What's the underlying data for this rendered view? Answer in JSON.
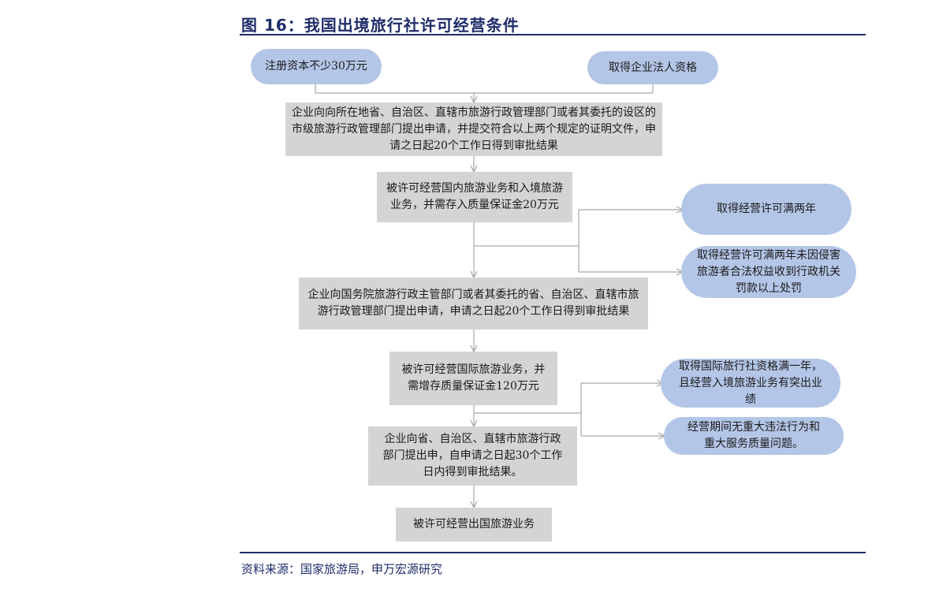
{
  "title": "图 16：我国出境旅行社许可经营条件",
  "source": "资料来源：国家旅游局，申万宏源研究",
  "nodes": {
    "capital": "注册资本不少30万元",
    "legal_person": "取得企业法人资格",
    "apply_local": "企业向向所在地省、自治区、直辖市旅游行政管理部门或者其委托的设区的市级旅游行政管理部门提出申请，并提交符合以上两个规定的证明文件，申请之日起20个工作日得到审批结果",
    "domestic_license": "被许可经营国内旅游业务和入境旅游业务，并需存入质量保证金20万元",
    "two_years": "取得经营许可满两年",
    "no_penalty": "取得经营许可满两年未因侵害旅游者合法权益收到行政机关罚款以上处罚",
    "apply_national": "企业向国务院旅游行政主管部门或者其委托的省、自治区、直辖市旅游行政管理部门提出申请，申请之日起20个工作日得到审批结果",
    "intl_license": "被许可经营国际旅游业务，并需增存质量保证金120万元",
    "intl_qualify": "取得国际旅行社资格满一年，且经营入境旅游业务有突出业绩",
    "no_violation": "经营期间无重大违法行为和重大服务质量问题。",
    "apply_province": "企业向省、自治区、直辖市旅游行政部门提出申，自申请之日起30个工作日内得到审批结果。",
    "outbound_license": "被许可经营出国旅游业务"
  },
  "colors": {
    "navy": "#1f2d6b",
    "gray_box": "#d4d4d4",
    "blue_box": "#b4c6e7",
    "line": "#a6a6a6"
  }
}
